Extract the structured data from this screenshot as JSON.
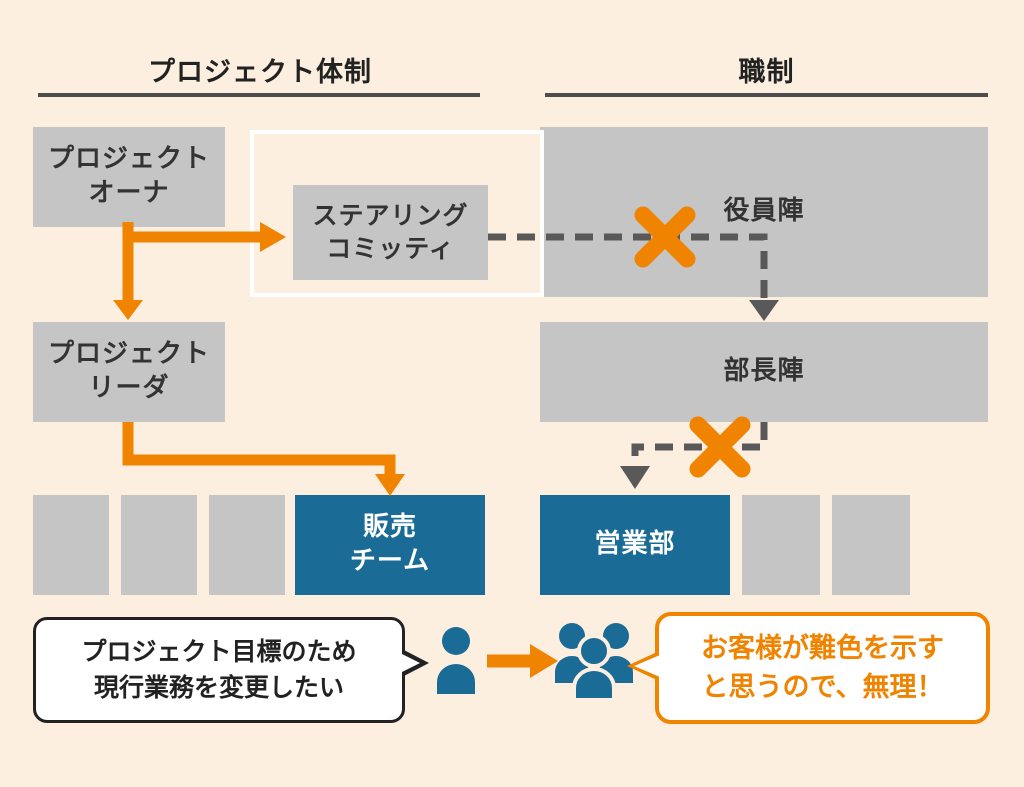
{
  "colors": {
    "background": "#fcefdf",
    "box_gray": "#c5c5c5",
    "accent_blue": "#1a6b96",
    "accent_orange": "#f08300",
    "arrow_gray": "#595959",
    "text_dark": "#333333"
  },
  "headers": {
    "left": "プロジェクト体制",
    "right": "職制"
  },
  "project_side": {
    "owner": "プロジェクト\nオーナ",
    "steering_committee": "ステアリング\nコミッティ",
    "leader": "プロジェクト\nリーダ",
    "sales_team": "販売\nチーム"
  },
  "org_side": {
    "executives": "役員陣",
    "department_heads": "部長陣",
    "sales_department": "営業部"
  },
  "bubbles": {
    "request": "プロジェクト目標のため\n現行業務を変更したい",
    "rejection": "お客様が難色を示す\nと思うので、無理！"
  },
  "icons": {
    "blocked": "x-mark-icon",
    "requester": "person-icon",
    "department_members": "people-group-icon"
  }
}
